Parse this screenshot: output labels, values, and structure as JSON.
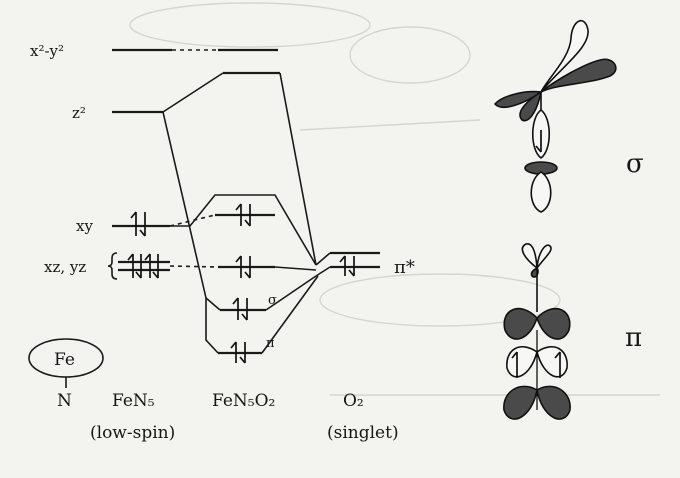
{
  "orbital_labels": {
    "x2y2": "x²-y²",
    "z2": "z²",
    "xy": "xy",
    "xzyz": "xz, yz",
    "pistar": "π*",
    "sigma_small": "σ",
    "pi_small": "π"
  },
  "columns": {
    "fe": "Fe",
    "n": "N",
    "fen5": "FeN₅",
    "fen5_note": "(low-spin)",
    "fen5o2": "FeN₅O₂",
    "o2": "O₂",
    "o2_note": "(singlet)"
  },
  "orbital_pictures": {
    "sigma": "σ",
    "pi": "π"
  }
}
